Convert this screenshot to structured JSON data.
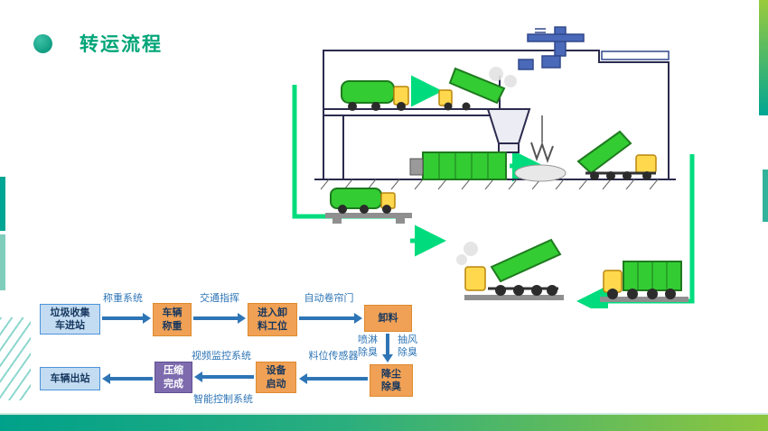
{
  "slide": {
    "title": "转运流程"
  },
  "colors": {
    "accent_teal": "#00A693",
    "accent_green": "#8DC63F",
    "title_color": "#00A578",
    "flow_arrow_blue": "#2E75B6",
    "box_blue_fill": "#C3DCF2",
    "box_orange_fill": "#F0A155",
    "box_purple_fill": "#7D6BAE",
    "illustration_arrow_green": "#00DC7D",
    "truck_green": "#33CC33",
    "cab_yellow": "#FFD84D"
  },
  "flowchart": {
    "boxes": [
      {
        "id": "entry",
        "label": "垃圾收集\n车进站",
        "type": "blue"
      },
      {
        "id": "weigh",
        "label": "车辆\n称重",
        "type": "orange"
      },
      {
        "id": "unload_station",
        "label": "进入卸\n料工位",
        "type": "orange"
      },
      {
        "id": "unload",
        "label": "卸料",
        "type": "orange"
      },
      {
        "id": "dust_removal",
        "label": "降尘\n除臭",
        "type": "orange"
      },
      {
        "id": "device_start",
        "label": "设备\n启动",
        "type": "orange"
      },
      {
        "id": "compress_done",
        "label": "压缩\n完成",
        "type": "purple"
      },
      {
        "id": "exit",
        "label": "车辆出站",
        "type": "blue"
      }
    ],
    "labels": {
      "weigh_system": "称重系统",
      "traffic_command": "交通指挥",
      "auto_rolling_door": "自动卷帘门",
      "spray_deodorize": "喷淋\n除臭",
      "exhaust_deodorize": "抽风\n除臭",
      "level_sensor": "料位传感器",
      "video_monitor": "视频监控系统",
      "smart_control": "智能控制系统"
    }
  }
}
